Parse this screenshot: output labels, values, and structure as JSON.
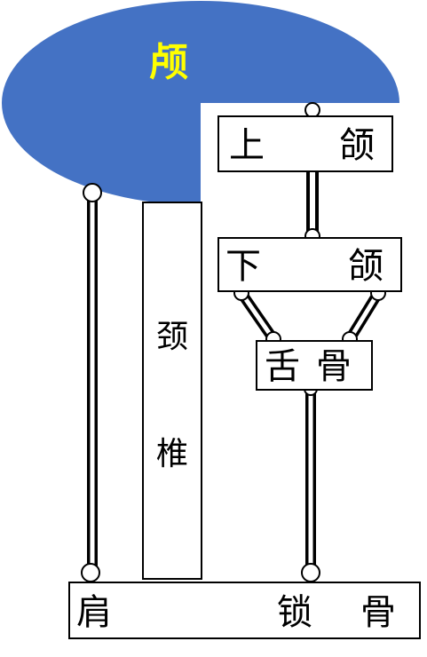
{
  "skull": {
    "label": "颅",
    "fill": "#4472C4",
    "label_color": "#FFFF00"
  },
  "upper_jaw": {
    "left": "上",
    "right": "颌"
  },
  "lower_jaw": {
    "left": "下",
    "right": "颌"
  },
  "hyoid": {
    "left": "舌",
    "right": "骨"
  },
  "cervical_spine": {
    "top": "颈",
    "bottom": "椎"
  },
  "shoulder_clavicle": {
    "left": "肩",
    "mid": "锁",
    "right": "骨"
  }
}
